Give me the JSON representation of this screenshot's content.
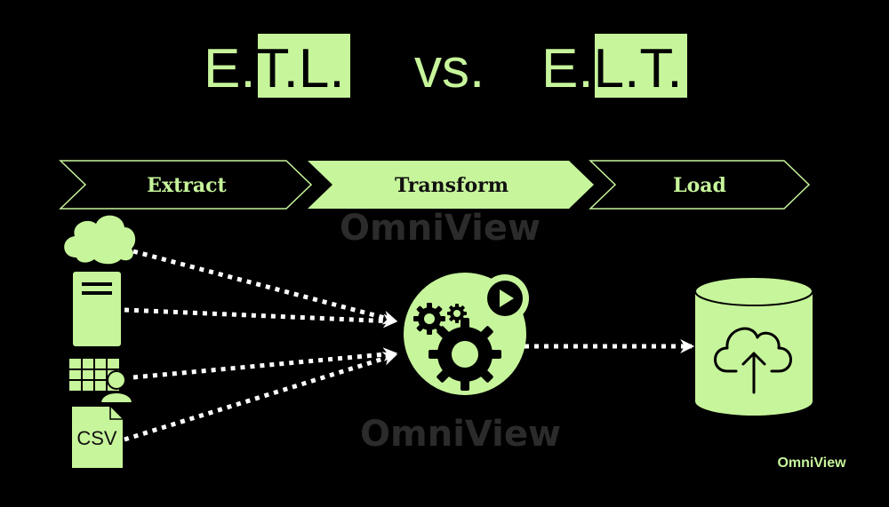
{
  "title": {
    "left": [
      "E",
      ".",
      "T",
      ".",
      "L",
      "."
    ],
    "vs": "vs.",
    "right": [
      "E",
      ".",
      "L",
      ".",
      "T",
      "."
    ]
  },
  "steps": {
    "extract": "Extract",
    "transform": "Transform",
    "load": "Load"
  },
  "sources": {
    "cloud_icon": "cloud-icon",
    "server_icon": "server-icon",
    "spreadsheet_icon": "spreadsheet-user-icon",
    "csv_label": "CSV"
  },
  "process": {
    "gears_icon": "gears-icon",
    "play_icon": "play-icon"
  },
  "destination": {
    "database_icon": "database-icon",
    "upload_icon": "cloud-upload-icon"
  },
  "watermarks": [
    "OmniView",
    "OmniView"
  ],
  "brand": "OmniView",
  "colors": {
    "background": "#000000",
    "accent": "#c7f59b",
    "dark_text": "#111111",
    "watermark": "#2b2b2b"
  }
}
